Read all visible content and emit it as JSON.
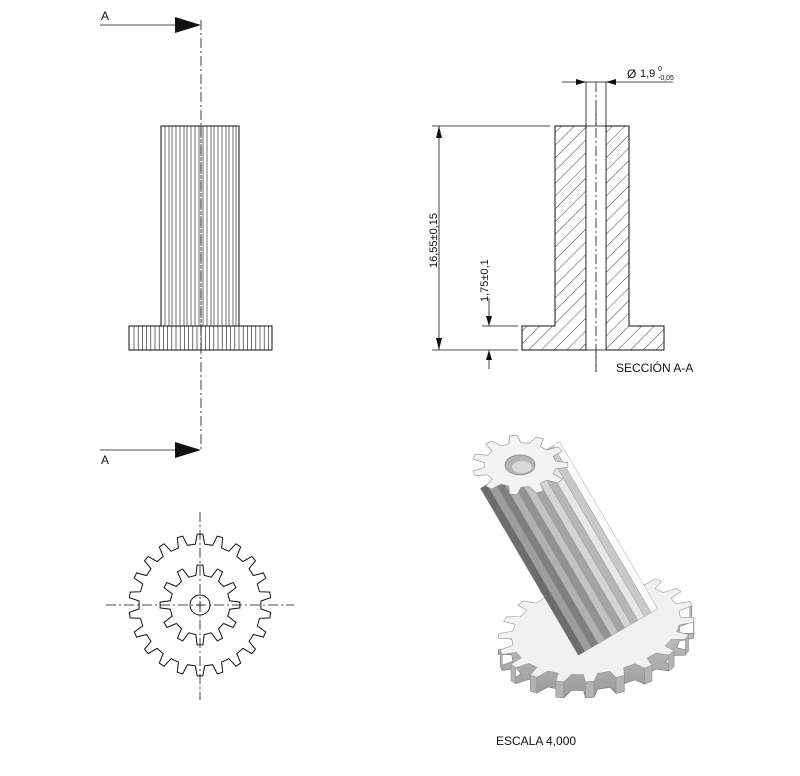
{
  "section_markers": {
    "top": "A",
    "bottom": "A"
  },
  "dimensions": {
    "diameter_symbol": "Ø",
    "diameter_value": "1,9",
    "diameter_tol_upper": "0",
    "diameter_tol_lower": "-0,05",
    "overall_height": "16,55±0,15",
    "flange_height": "1,75±0,1"
  },
  "section_label": "SECCIÓN A-A",
  "scale_label": "ESCALA 4,000",
  "colors": {
    "line": "#111111",
    "solid_light": "#f2f2f2",
    "solid_mid": "#c9c9c9",
    "solid_dark": "#8e8e8e"
  }
}
